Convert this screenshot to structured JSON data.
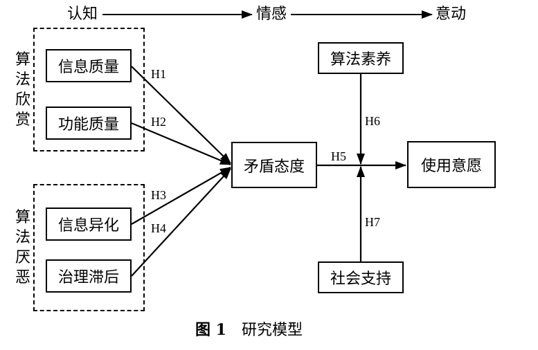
{
  "stages": [
    "认知",
    "情感",
    "意动"
  ],
  "groups": {
    "appreciation": {
      "label": "算法欣赏"
    },
    "aversion": {
      "label": "算法厌恶"
    }
  },
  "boxes": {
    "info_quality": "信息质量",
    "func_quality": "功能质量",
    "info_alienation": "信息异化",
    "gov_lag": "治理滞后",
    "ambivalence": "矛盾态度",
    "literacy": "算法素养",
    "intention": "使用意愿",
    "support": "社会支持"
  },
  "hypotheses": {
    "h1": "H1",
    "h2": "H2",
    "h3": "H3",
    "h4": "H4",
    "h5": "H5",
    "h6": "H6",
    "h7": "H7"
  },
  "caption": {
    "figure": "图 1",
    "title": "研究模型"
  }
}
